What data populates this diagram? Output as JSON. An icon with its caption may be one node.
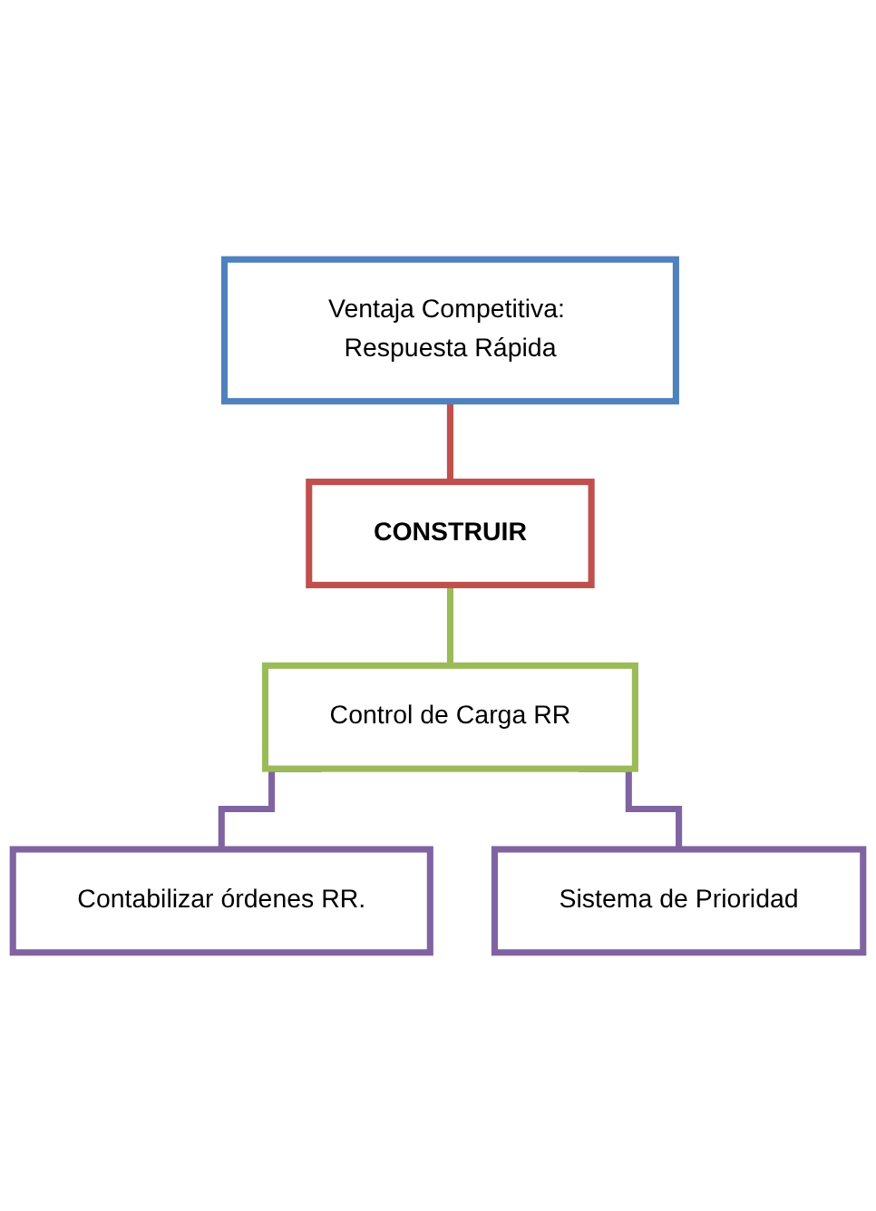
{
  "diagram": {
    "nodes": [
      {
        "text": [
          "Ventaja Competitiva: Respuesta Rápida"
        ]
      },
      {
        "text": [
          "CONSTRUIR"
        ]
      },
      {
        "text": [
          "Control de Carga RR"
        ]
      },
      {
        "text": [
          "Contabilizar órdenes RR."
        ]
      },
      {
        "text": [
          "Sistema de Prioridad"
        ]
      }
    ],
    "edges": [
      {
        "from": 0,
        "to": 1,
        "arrow": "none",
        "color": "#c0504d"
      },
      {
        "from": 1,
        "to": 2,
        "arrow": "none",
        "color": "#9bbb59"
      },
      {
        "from": 2,
        "to": 3,
        "arrow": "none"
      },
      {
        "from": 2,
        "to": 4,
        "arrow": "none"
      }
    ]
  }
}
